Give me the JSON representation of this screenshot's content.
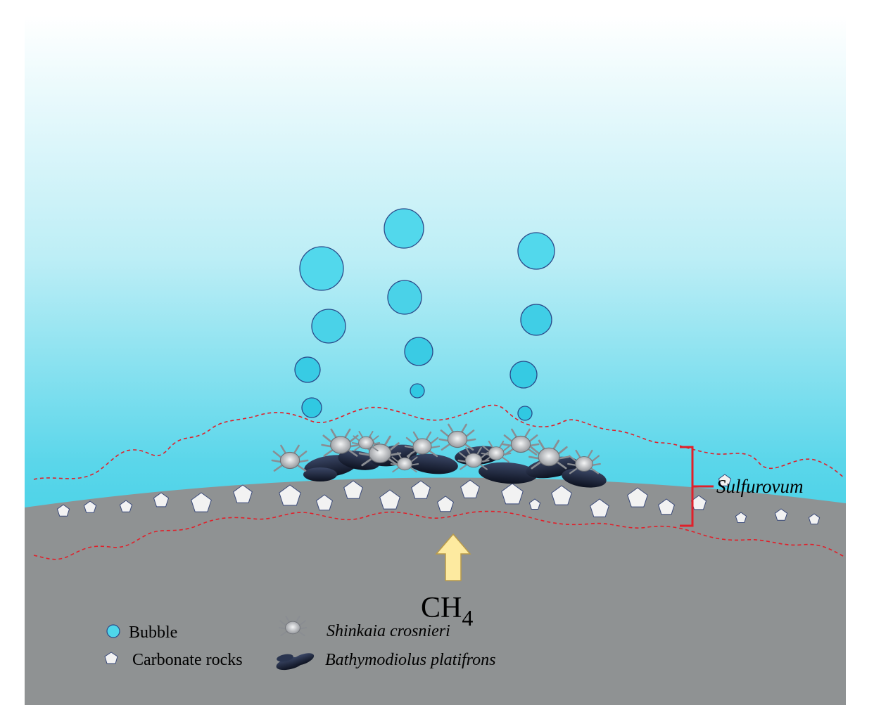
{
  "labels": {
    "zone": "Sulfurovum",
    "gas": "CH",
    "gas_subscript": "4"
  },
  "legend": [
    {
      "name": "bubble",
      "icon": "bubble-icon",
      "label": "Bubble",
      "italic": false
    },
    {
      "name": "carbonate-rocks",
      "icon": "pentagon-rock-icon",
      "label": "Carbonate rocks",
      "italic": false
    },
    {
      "name": "shinkaia",
      "icon": "crab-icon",
      "label": "Shinkaia crosnieri",
      "italic": true
    },
    {
      "name": "bathymodiolus",
      "icon": "mussel-icon",
      "label": "Bathymodiolus platifrons",
      "italic": true
    }
  ],
  "colors": {
    "water_top": "#ffffff",
    "water_bottom": "#1ec8e0",
    "sediment": "#8f9293",
    "bubble_fill": "#4fd6ea",
    "bubble_stroke": "#2a4a8a",
    "rock_fill": "#f2f2f2",
    "dashed_line": "#e0202a",
    "bracket": "#e0202a",
    "arrow_fill": "#fdeaa0",
    "arrow_stroke": "#b89a4a",
    "mussel": "#1a2235",
    "crab": "#d8dadc"
  },
  "icons": {
    "arrow": "up-arrow-icon",
    "bracket": "bracket-icon"
  }
}
